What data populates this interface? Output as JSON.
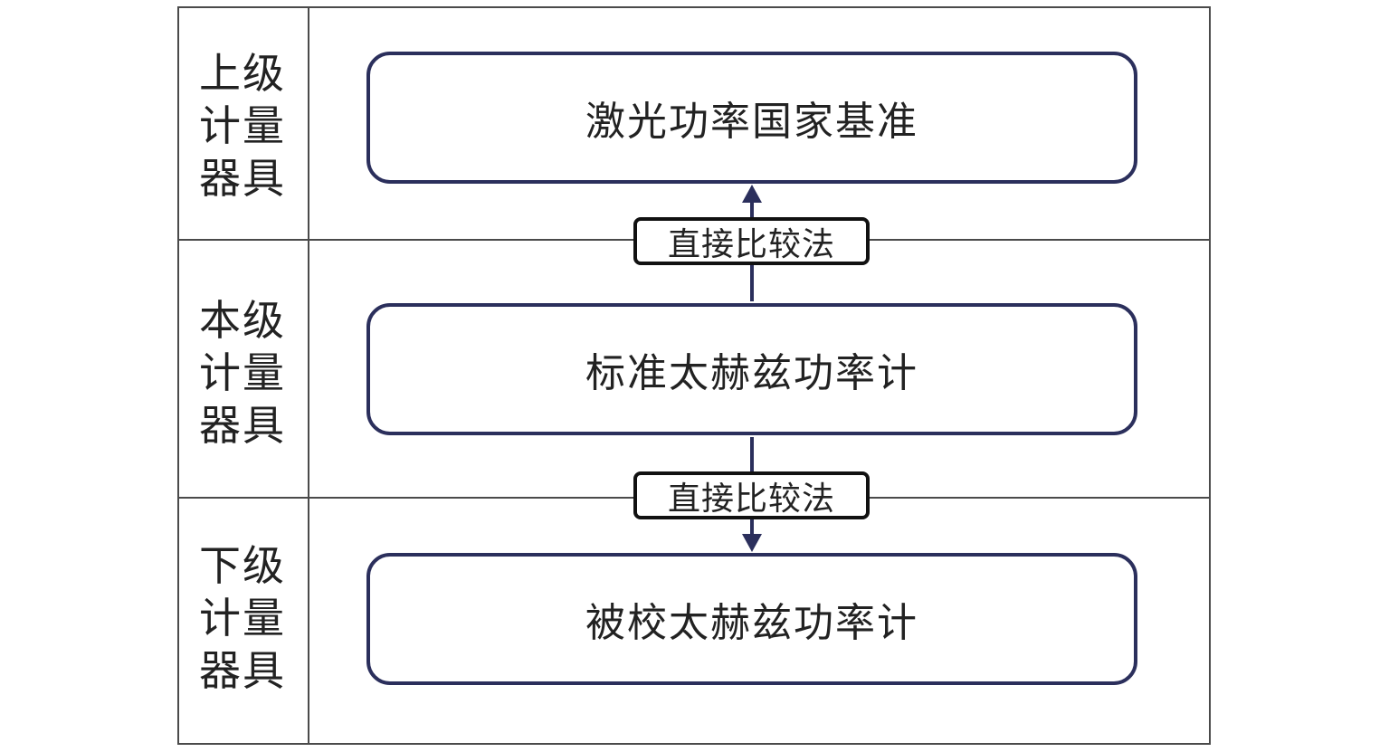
{
  "levels": [
    {
      "lines": [
        "上级",
        "计量",
        "器具"
      ]
    },
    {
      "lines": [
        "本级",
        "计量",
        "器具"
      ]
    },
    {
      "lines": [
        "下级",
        "计量",
        "器具"
      ]
    }
  ],
  "nodes": {
    "upper": "激光功率国家基准",
    "current": "标准太赫兹功率计",
    "lower": "被校太赫兹功率计"
  },
  "methods": {
    "upper_link": "直接比较法",
    "lower_link": "直接比较法"
  },
  "colors": {
    "node_border": "#2b2f5c",
    "arrow": "#2b2f5c",
    "grid": "#4a4a4a"
  }
}
